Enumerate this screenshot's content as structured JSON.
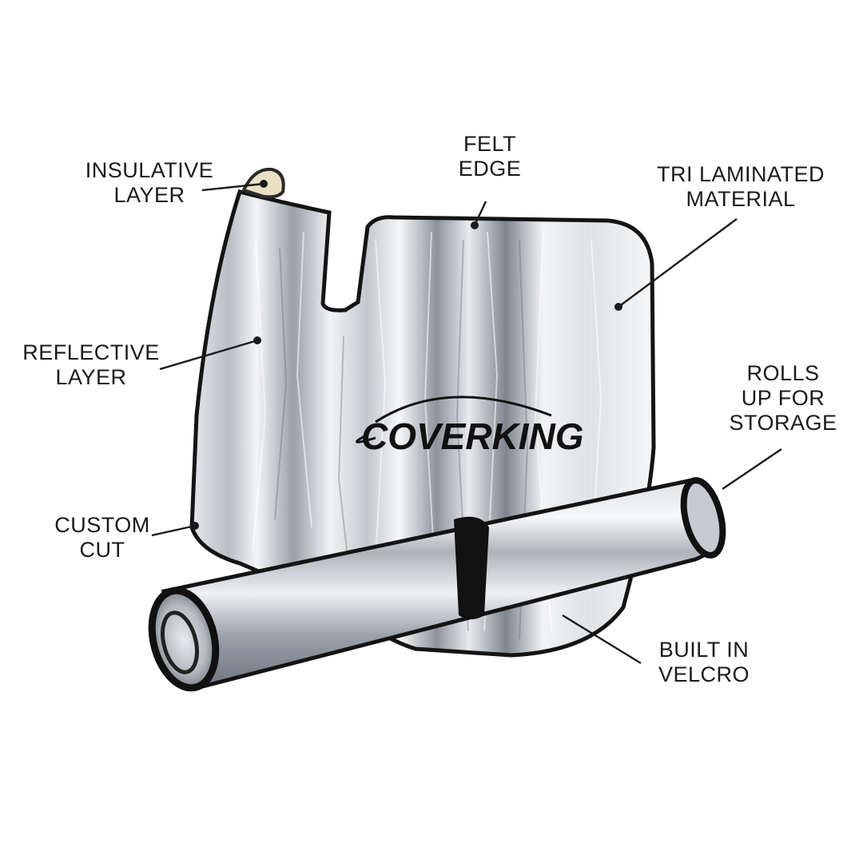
{
  "callouts": {
    "insulative_layer": "INSULATIVE\nLAYER",
    "felt_edge": "FELT\nEDGE",
    "tri_laminated": "TRI LAMINATED\nMATERIAL",
    "reflective_layer": "REFLECTIVE\nLAYER",
    "rolls_up": "ROLLS\nUP FOR\nSTORAGE",
    "custom_cut": "CUSTOM\nCUT",
    "built_in_velcro": "BUILT IN\nVELCRO"
  },
  "logo": {
    "text": "COVERKING"
  },
  "colors": {
    "background": "#ffffff",
    "text": "#1a1a1a",
    "edge_binding": "#141414",
    "foil_light": "#f2f3f5",
    "foil_dark": "#8a8f98",
    "insulation": "#e9dfc4"
  }
}
